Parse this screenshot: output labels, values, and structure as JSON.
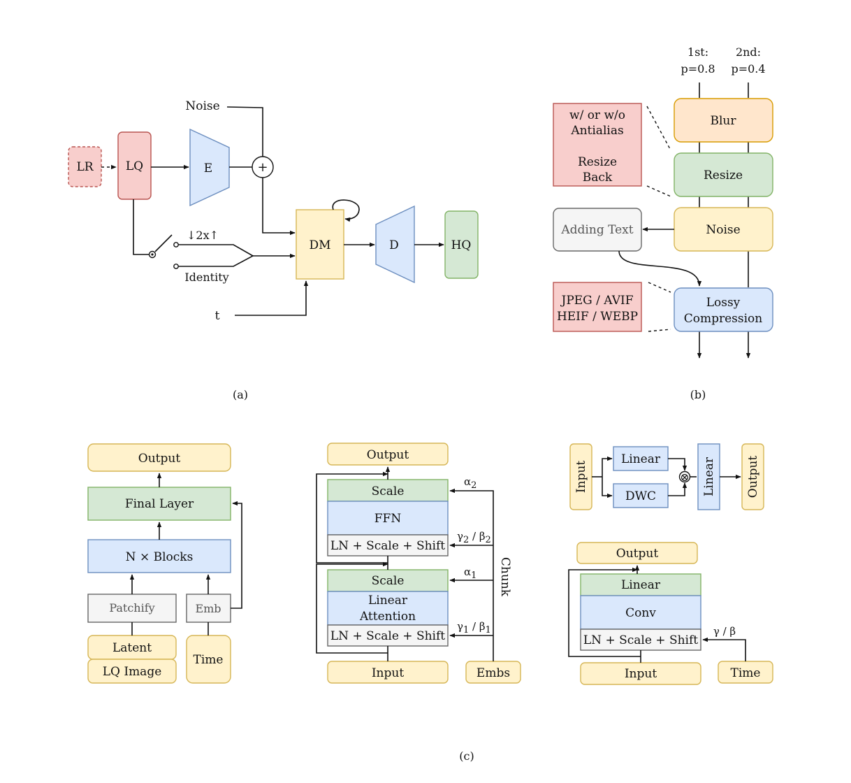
{
  "colors": {
    "yellow_fill": "#fff2cc",
    "yellow_stroke": "#d6b656",
    "green_fill": "#d5e8d4",
    "green_stroke": "#82b366",
    "blue_fill": "#dae8fc",
    "blue_stroke": "#6c8ebf",
    "red_fill": "#f8cecc",
    "red_stroke": "#b85450",
    "orange_fill": "#ffe6cc",
    "orange_stroke": "#d79b00",
    "grey_fill": "#f5f5f5",
    "grey_stroke": "#666666"
  },
  "panel_a": {
    "caption": "(a)",
    "lr": "LR",
    "lq": "LQ",
    "encoder": "E",
    "noise": "Noise",
    "plus": "+",
    "dm": "DM",
    "decoder": "D",
    "hq": "HQ",
    "t": "t",
    "switch_option_1": "↓2x↑",
    "switch_option_2": "Identity"
  },
  "panel_b": {
    "caption": "(b)",
    "first_label": "1st:",
    "first_p": "p=0.8",
    "second_label": "2nd:",
    "second_p": "p=0.4",
    "blur": "Blur",
    "resize": "Resize",
    "noise": "Noise",
    "lossy_line1": "Lossy",
    "lossy_line2": "Compression",
    "antialias_line1": "w/ or w/o",
    "antialias_line2": "Antialias",
    "resize_back_line1": "Resize",
    "resize_back_line2": "Back",
    "adding_text": "Adding Text",
    "formats_line1": "JPEG / AVIF",
    "formats_line2": "HEIF / WEBP"
  },
  "panel_c": {
    "caption": "(c)",
    "overall": {
      "output": "Output",
      "final_layer": "Final Layer",
      "blocks": "N × Blocks",
      "patchify": "Patchify",
      "emb": "Emb",
      "latent": "Latent",
      "lq_image": "LQ Image",
      "time": "Time"
    },
    "block": {
      "output": "Output",
      "scale": "Scale",
      "ffn": "FFN",
      "ln_scale_shift": "LN + Scale + Shift",
      "linear_attention_line1": "Linear",
      "linear_attention_line2": "Attention",
      "input": "Input",
      "embs": "Embs",
      "chunk": "Chunk",
      "alpha2": "α",
      "alpha2_sub": "2",
      "gamma2_beta2_a": "γ",
      "gamma2_beta2_b": "2",
      "gamma2_beta2_c": " / β",
      "gamma2_beta2_d": "2",
      "alpha1": "α",
      "alpha1_sub": "1",
      "gamma1_beta1_a": "γ",
      "gamma1_beta1_b": "1",
      "gamma1_beta1_c": " / β",
      "gamma1_beta1_d": "1"
    },
    "glu": {
      "input": "Input",
      "linear1": "Linear",
      "dwc": "DWC",
      "multiply": "⊗",
      "linear2": "Linear",
      "output": "Output"
    },
    "conv_block": {
      "output": "Output",
      "linear": "Linear",
      "conv": "Conv",
      "ln_scale_shift": "LN + Scale + Shift",
      "input": "Input",
      "time": "Time",
      "gamma_beta": "γ / β"
    }
  }
}
